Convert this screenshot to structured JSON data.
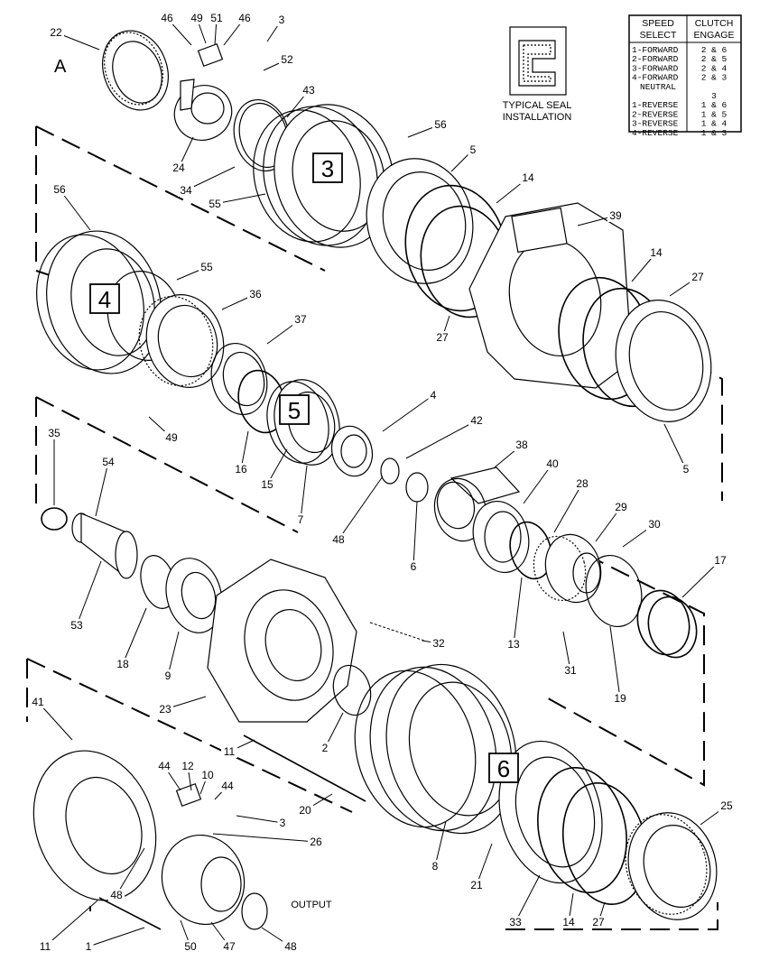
{
  "sheet_letter": "A",
  "seal_caption": [
    "TYPICAL SEAL",
    "INSTALLATION"
  ],
  "output_label": "OUTPUT",
  "speed_table": {
    "headers": [
      [
        "SPEED",
        "SELECT"
      ],
      [
        "CLUTCH",
        "ENGAGE"
      ]
    ],
    "rows": [
      [
        "1-FORWARD",
        "2 & 6"
      ],
      [
        "2-FORWARD",
        "2 & 5"
      ],
      [
        "3-FORWARD",
        "2 & 4"
      ],
      [
        "4-FORWARD",
        "2 & 3"
      ],
      [
        "NEUTRAL",
        "3"
      ],
      [
        "1-REVERSE",
        "1 & 6"
      ],
      [
        "2-REVERSE",
        "1 & 5"
      ],
      [
        "3-REVERSE",
        "1 & 4"
      ],
      [
        "4-REVERSE",
        "1 & 3"
      ]
    ]
  },
  "clutch_boxes": [
    "3",
    "4",
    "5",
    "6"
  ],
  "callouts": [
    {
      "id": "c22",
      "text": "22"
    },
    {
      "id": "c46a",
      "text": "46"
    },
    {
      "id": "c49a",
      "text": "49"
    },
    {
      "id": "c51",
      "text": "51"
    },
    {
      "id": "c46b",
      "text": "46"
    },
    {
      "id": "c3a",
      "text": "3"
    },
    {
      "id": "c52",
      "text": "52"
    },
    {
      "id": "c43",
      "text": "43"
    },
    {
      "id": "c24",
      "text": "24"
    },
    {
      "id": "c34",
      "text": "34"
    },
    {
      "id": "c55a",
      "text": "55"
    },
    {
      "id": "c56a",
      "text": "56"
    },
    {
      "id": "c5a",
      "text": "5"
    },
    {
      "id": "c14a",
      "text": "14"
    },
    {
      "id": "c39",
      "text": "39"
    },
    {
      "id": "c27a",
      "text": "27"
    },
    {
      "id": "c56b",
      "text": "56"
    },
    {
      "id": "c55b",
      "text": "55"
    },
    {
      "id": "c36",
      "text": "36"
    },
    {
      "id": "c37",
      "text": "37"
    },
    {
      "id": "c14b",
      "text": "14"
    },
    {
      "id": "c27b",
      "text": "27"
    },
    {
      "id": "c49b",
      "text": "49"
    },
    {
      "id": "c16",
      "text": "16"
    },
    {
      "id": "c15",
      "text": "15"
    },
    {
      "id": "c7",
      "text": "7"
    },
    {
      "id": "c4",
      "text": "4"
    },
    {
      "id": "c42",
      "text": "42"
    },
    {
      "id": "c38",
      "text": "38"
    },
    {
      "id": "c40",
      "text": "40"
    },
    {
      "id": "c5b",
      "text": "5"
    },
    {
      "id": "c35",
      "text": "35"
    },
    {
      "id": "c54",
      "text": "54"
    },
    {
      "id": "c48a",
      "text": "48"
    },
    {
      "id": "c6",
      "text": "6"
    },
    {
      "id": "c28",
      "text": "28"
    },
    {
      "id": "c29",
      "text": "29"
    },
    {
      "id": "c30",
      "text": "30"
    },
    {
      "id": "c17",
      "text": "17"
    },
    {
      "id": "c53",
      "text": "53"
    },
    {
      "id": "c18",
      "text": "18"
    },
    {
      "id": "c9",
      "text": "9"
    },
    {
      "id": "c32",
      "text": "32"
    },
    {
      "id": "c13",
      "text": "13"
    },
    {
      "id": "c31",
      "text": "31"
    },
    {
      "id": "c19",
      "text": "19"
    },
    {
      "id": "c23",
      "text": "23"
    },
    {
      "id": "c2",
      "text": "2"
    },
    {
      "id": "c41",
      "text": "41"
    },
    {
      "id": "c11a",
      "text": "11"
    },
    {
      "id": "c44a",
      "text": "44"
    },
    {
      "id": "c12",
      "text": "12"
    },
    {
      "id": "c10",
      "text": "10"
    },
    {
      "id": "c44b",
      "text": "44"
    },
    {
      "id": "c20",
      "text": "20"
    },
    {
      "id": "c3b",
      "text": "3"
    },
    {
      "id": "c26",
      "text": "26"
    },
    {
      "id": "c8",
      "text": "8"
    },
    {
      "id": "c21",
      "text": "21"
    },
    {
      "id": "c25",
      "text": "25"
    },
    {
      "id": "c48b",
      "text": "48"
    },
    {
      "id": "c33",
      "text": "33"
    },
    {
      "id": "c14c",
      "text": "14"
    },
    {
      "id": "c27c",
      "text": "27"
    },
    {
      "id": "c11b",
      "text": "11"
    },
    {
      "id": "c1",
      "text": "1"
    },
    {
      "id": "c50",
      "text": "50"
    },
    {
      "id": "c47",
      "text": "47"
    },
    {
      "id": "c48c",
      "text": "48"
    }
  ]
}
